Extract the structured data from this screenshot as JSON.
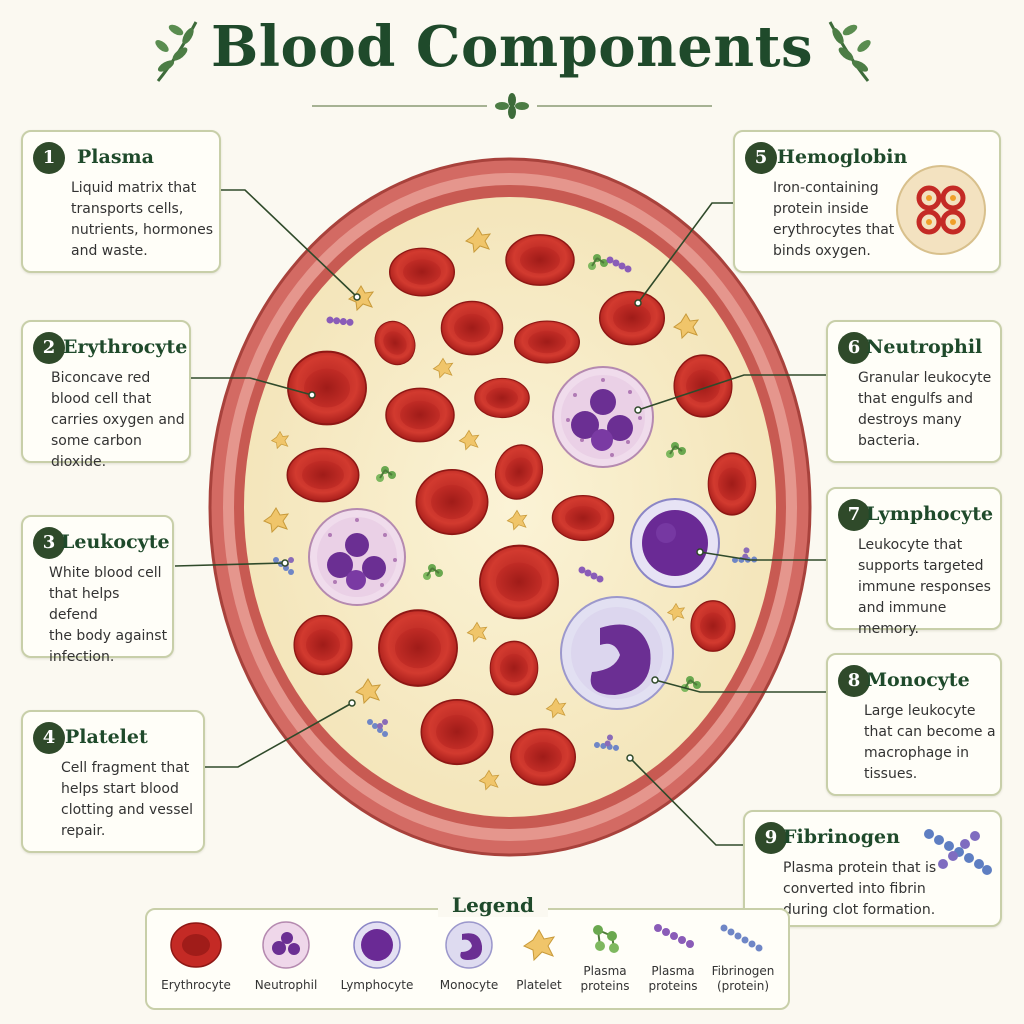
{
  "title": "Blood Components",
  "cards": [
    {
      "num": "1",
      "title": "Plasma",
      "lines": [
        "Liquid matrix that",
        "transports cells,",
        "nutrients, hormones",
        "and waste."
      ]
    },
    {
      "num": "2",
      "title": "Erythrocyte",
      "lines": [
        "Biconcave red",
        "blood cell that",
        "carries oxygen and",
        "some carbon dioxide."
      ]
    },
    {
      "num": "3",
      "title": "Leukocyte",
      "lines": [
        "White blood cell",
        "that helps defend",
        "the body against",
        "infection."
      ]
    },
    {
      "num": "4",
      "title": "Platelet",
      "lines": [
        "Cell fragment that",
        "helps start blood",
        "clotting and vessel",
        "repair."
      ]
    },
    {
      "num": "5",
      "title": "Hemoglobin",
      "lines": [
        "Iron-containing",
        "protein inside",
        "erythrocytes that",
        "binds oxygen."
      ]
    },
    {
      "num": "6",
      "title": "Neutrophil",
      "lines": [
        "Granular leukocyte",
        "that engulfs and",
        "destroys many",
        "bacteria."
      ]
    },
    {
      "num": "7",
      "title": "Lymphocyte",
      "lines": [
        "Leukocyte that",
        "supports targeted",
        "immune responses",
        "and immune memory."
      ]
    },
    {
      "num": "8",
      "title": "Monocyte",
      "lines": [
        "Large leukocyte",
        "that can become a",
        "macrophage in",
        "tissues."
      ]
    },
    {
      "num": "9",
      "title": "Fibrinogen",
      "lines": [
        "Plasma protein that is",
        "converted into fibrin",
        "during clot formation."
      ]
    }
  ],
  "legend": {
    "title": "Legend",
    "items": [
      {
        "label": "Erythrocyte",
        "icon": "erythrocyte-icon"
      },
      {
        "label": "Neutrophil",
        "icon": "neutrophil-icon"
      },
      {
        "label": "Lymphocyte",
        "icon": "lymphocyte-icon"
      },
      {
        "label": "Monocyte",
        "icon": "monocyte-icon"
      },
      {
        "label": "Platelet",
        "icon": "platelet-icon"
      },
      {
        "label": "Plasma proteins",
        "icon": "plasma-protein-green-icon"
      },
      {
        "label": "Plasma proteins",
        "icon": "plasma-protein-purple-icon"
      },
      {
        "label": "Fibrinogen (protein)",
        "icon": "fibrinogen-icon"
      }
    ]
  },
  "colors": {
    "rbc": "#c42a25",
    "rbc_center": "#a51d1a",
    "plasma": "#f7edca",
    "vessel_wall": "#c65a55",
    "nucleus": "#6b2f93",
    "title_green": "#1f4a2b"
  }
}
